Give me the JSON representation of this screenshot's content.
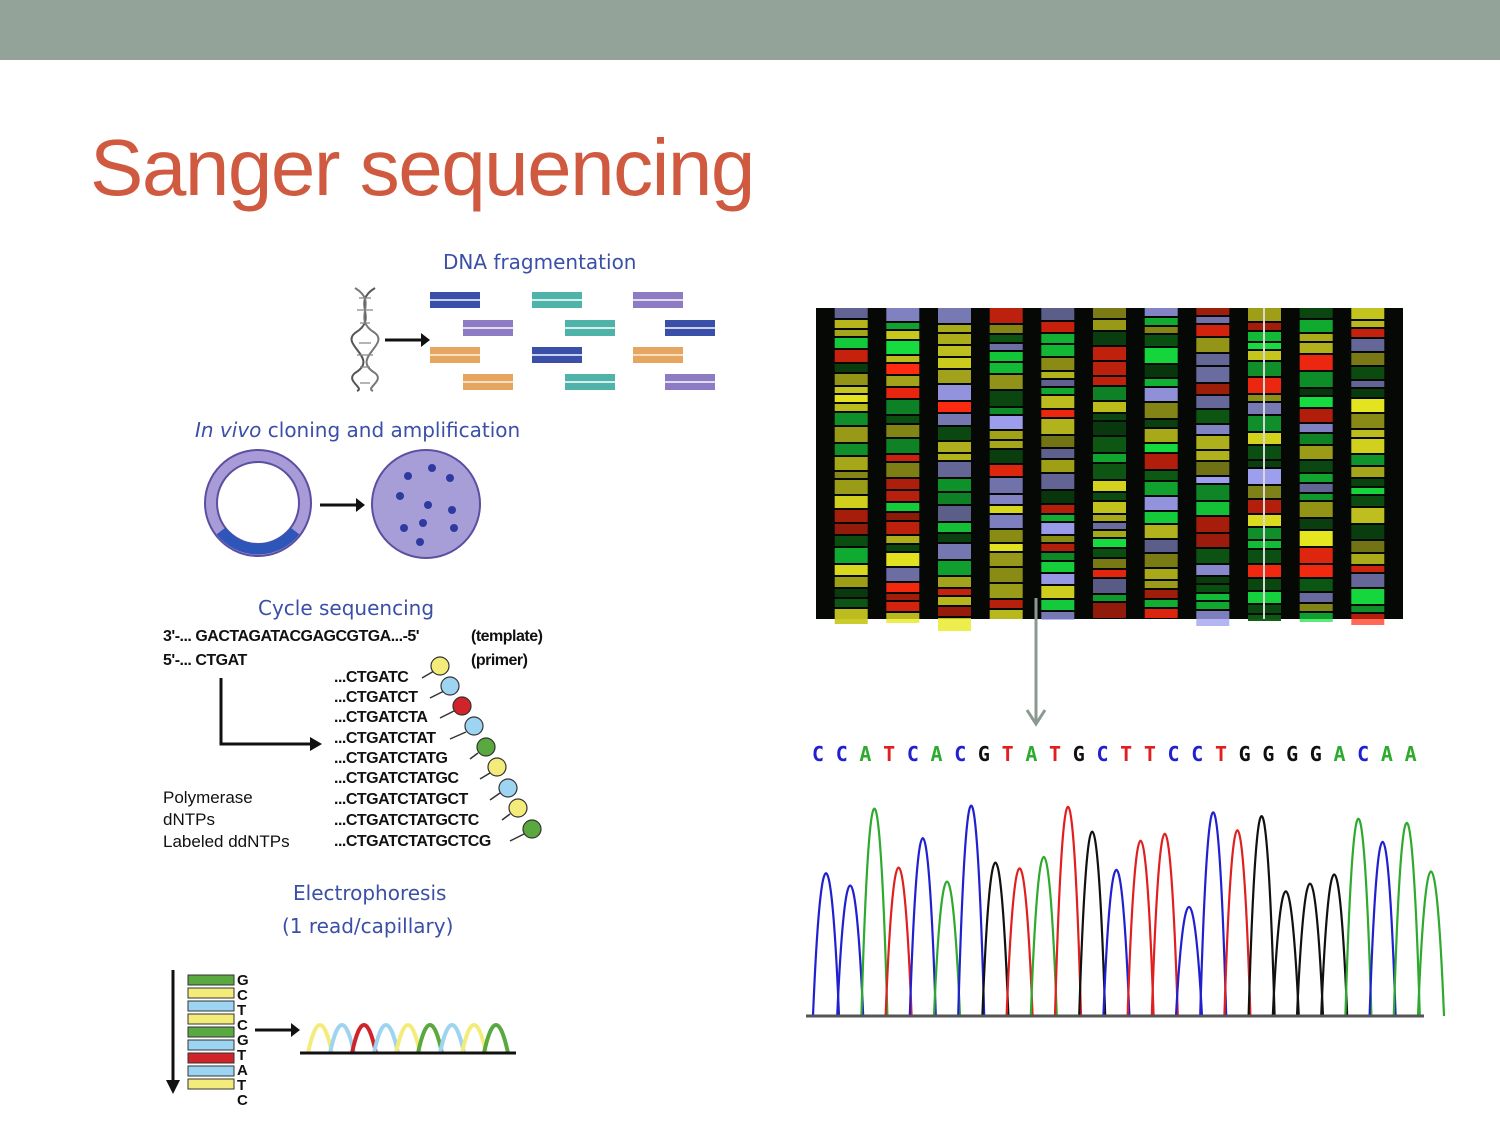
{
  "slide": {
    "title": "Sanger sequencing",
    "colors": {
      "topbar": "#94a39a",
      "title": "#cf5a40",
      "label_blue": "#3a4fa8"
    }
  },
  "diagram": {
    "step1_label": "DNA  fragmentation",
    "step2_label_italic": "In vivo",
    "step2_label_rest": " cloning  and  amplification",
    "step3_label": "Cycle  sequencing",
    "template_strand": "3'-...  GACTAGATACGAGCGTGA...-5'",
    "template_note": "(template)",
    "primer_strand": "5'-...  CTGAT",
    "primer_note": "(primer)",
    "extension_products": [
      "...CTGATC",
      "...CTGATCT",
      "...CTGATCTA",
      "...CTGATCTAT",
      "...CTGATCTATG",
      "...CTGATCTATGC",
      "...CTGATCTATGCT",
      "...CTGATCTATGCTC",
      "...CTGATCTATGCTCG"
    ],
    "reagents": [
      "Polymerase",
      "dNTPs",
      "Labeled ddNTPs"
    ],
    "step4_label": "Electrophoresis",
    "step4_sublabel": "(1  read/capillary)",
    "ladder_bases": [
      "G",
      "C",
      "T",
      "C",
      "G",
      "T",
      "A",
      "T",
      "C"
    ]
  },
  "gel_image": {
    "icon": "fluorescent-sequencing-gel-image"
  },
  "chromatogram": {
    "base_calls": [
      "C",
      "C",
      "A",
      "T",
      "C",
      "A",
      "C",
      "G",
      "T",
      "A",
      "T",
      "G",
      "C",
      "T",
      "T",
      "C",
      "C",
      "T",
      "G",
      "G",
      "G",
      "G",
      "A",
      "C",
      "A",
      "A"
    ],
    "base_colors": {
      "A": "#2eaa2e",
      "C": "#2020d0",
      "G": "#111111",
      "T": "#e02020"
    }
  }
}
